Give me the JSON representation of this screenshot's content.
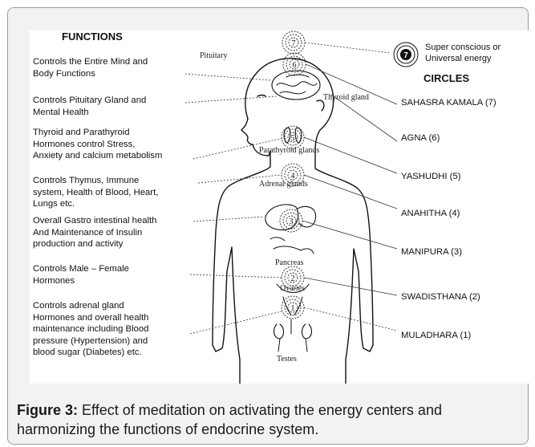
{
  "functions": {
    "heading": "FUNCTIONS",
    "items": [
      {
        "lines": [
          "Controls the Entire Mind and",
          "Body Functions"
        ]
      },
      {
        "lines": [
          "Controls Pituitary Gland and",
          "Mental Health"
        ]
      },
      {
        "lines": [
          "Thyroid and Parathyroid",
          "Hormones control Stress,",
          "Anxiety and calcium metabolism"
        ]
      },
      {
        "lines": [
          "Controls Thymus, Immune",
          "system, Health of Blood, Heart,",
          "Lungs etc."
        ]
      },
      {
        "lines": [
          "Overall Gastro intestinal health",
          "And Maintenance of Insulin",
          "production  and activity"
        ]
      },
      {
        "lines": [
          "Controls Male – Female",
          "Hormones"
        ]
      },
      {
        "lines": [
          "Controls adrenal gland",
          "Hormones  and overall health",
          "maintenance including Blood",
          "pressure (Hypertension) and",
          "blood sugar (Diabetes) etc."
        ]
      }
    ]
  },
  "legend": {
    "number": "7",
    "lines": [
      "Super conscious or",
      "Universal energy"
    ]
  },
  "circles": {
    "heading": "CIRCLES",
    "items": [
      "SAHASRA KAMALA (7)",
      "AGNA (6)",
      "YASHUDHI (5)",
      "ANAHITHA (4)",
      "MANIPURA (3)",
      "SWADISTHANA (2)",
      "MULADHARA (1)"
    ]
  },
  "body_labels": {
    "pituitary": "Pituitary",
    "thyroid": "Thyroid gland",
    "parathyroid": "Parathyroid glands",
    "adrenal": "Adrenal glands",
    "pancreas": "Pancreas",
    "ovaries": "Ovaries",
    "testes": "Testes"
  },
  "chakra_numbers": [
    "7",
    "6",
    "5",
    "4",
    "3",
    "2",
    "1"
  ],
  "caption": {
    "label": "Figure 3:",
    "text": " Effect of meditation on activating the energy centers and harmonizing the functions of endocrine system."
  },
  "colors": {
    "card_background": "#f2f2f2",
    "card_border": "#9a9a9a",
    "figure_background": "#ffffff",
    "ink": "#111111"
  }
}
